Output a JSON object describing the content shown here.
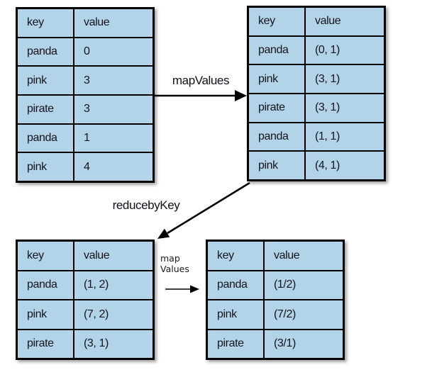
{
  "colors": {
    "cell_bg": "#b3d3e8",
    "border": "#000000",
    "text": "#14141e",
    "background": "#ffffff"
  },
  "tables": {
    "top_left": {
      "headers": [
        "key",
        "value"
      ],
      "rows": [
        [
          "panda",
          "0"
        ],
        [
          "pink",
          "3"
        ],
        [
          "pirate",
          "3"
        ],
        [
          "panda",
          "1"
        ],
        [
          "pink",
          "4"
        ]
      ]
    },
    "top_right": {
      "headers": [
        "key",
        "value"
      ],
      "rows": [
        [
          "panda",
          "(0, 1)"
        ],
        [
          "pink",
          "(3, 1)"
        ],
        [
          "pirate",
          "(3, 1)"
        ],
        [
          "panda",
          "(1, 1)"
        ],
        [
          "pink",
          "(4, 1)"
        ]
      ]
    },
    "bottom_left": {
      "headers": [
        "key",
        "value"
      ],
      "rows": [
        [
          "panda",
          "(1, 2)"
        ],
        [
          "pink",
          "(7, 2)"
        ],
        [
          "pirate",
          "(3, 1)"
        ]
      ]
    },
    "bottom_right": {
      "headers": [
        "key",
        "value"
      ],
      "rows": [
        [
          "panda",
          "(1/2)"
        ],
        [
          "pink",
          "(7/2)"
        ],
        [
          "pirate",
          "(3/1)"
        ]
      ]
    }
  },
  "labels": {
    "map_values_top": "mapValues",
    "reduce_by_key": "reducebyKey",
    "map_values_small_line1": "map",
    "map_values_small_line2": "Values"
  }
}
